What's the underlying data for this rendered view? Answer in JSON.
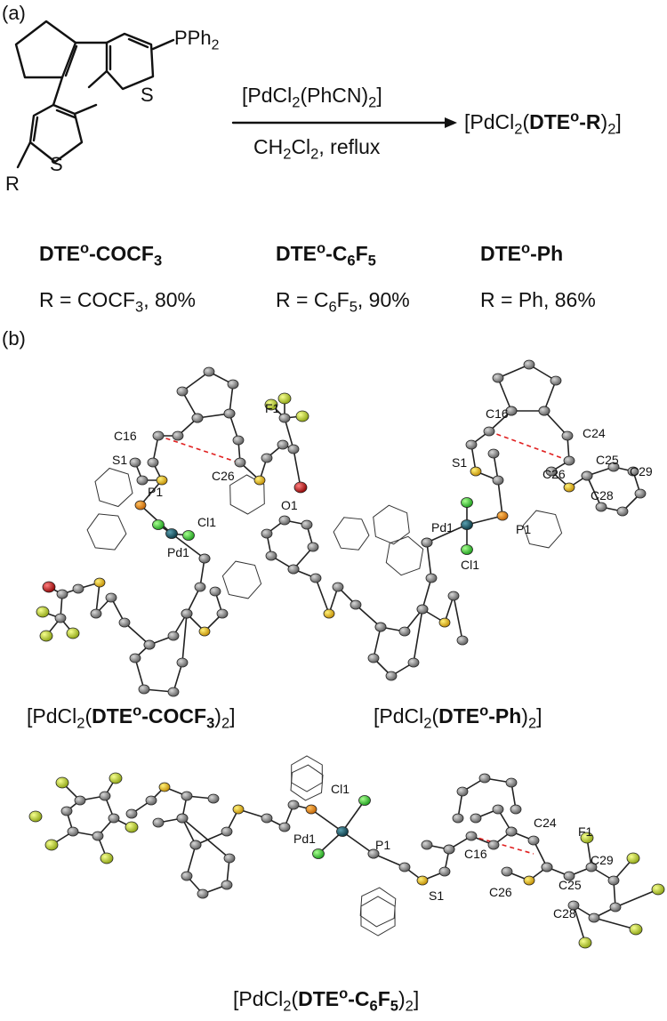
{
  "panel_a": {
    "label": "(a)",
    "scheme": {
      "substituent_pph2": "PPh",
      "substituent_pph2_sub": "2",
      "sulfur_top": "S",
      "sulfur_bottom": "S",
      "r_group": "R",
      "reagent_prefix": "[PdCl",
      "reagent_sub1": "2",
      "reagent_mid": "(PhCN)",
      "reagent_sub2": "2",
      "reagent_suffix": "]",
      "condition_prefix": "CH",
      "condition_sub1": "2",
      "condition_mid": "Cl",
      "condition_sub2": "2",
      "condition_suffix": ", reflux",
      "product_prefix": "[PdCl",
      "product_sub1": "2",
      "product_open": "(",
      "product_bold": "DTE",
      "product_sup": "o",
      "product_bold2": "-R",
      "product_close": ")",
      "product_sub2": "2",
      "product_end": "]"
    },
    "ligands": [
      {
        "name": "DTE",
        "sup": "o",
        "suffix": "-COCF",
        "suffix_sub": "3",
        "suffix_end": "",
        "yield_prefix": "R = COCF",
        "yield_sub": "3",
        "yield_suffix": ", 80%"
      },
      {
        "name": "DTE",
        "sup": "o",
        "suffix": "-C",
        "suffix_sub": "6",
        "suffix_end": "F",
        "suffix_sub2": "5",
        "yield_prefix": "R = C",
        "yield_sub": "6",
        "yield_mid": "F",
        "yield_sub2": "5",
        "yield_suffix": ", 90%"
      },
      {
        "name": "DTE",
        "sup": "o",
        "suffix": "-Ph",
        "suffix_sub": "",
        "suffix_end": "",
        "yield_prefix": "R = Ph, 86%",
        "yield_sub": "",
        "yield_suffix": ""
      }
    ]
  },
  "panel_b": {
    "label": "(b)",
    "structures": [
      {
        "atoms": [
          "C16",
          "S1",
          "P1",
          "C26",
          "Cl1",
          "Pd1",
          "F1",
          "O1"
        ],
        "caption_prefix": "[PdCl",
        "caption_sub1": "2",
        "caption_open": "(",
        "caption_bold": "DTE",
        "caption_sup": "o",
        "caption_bold2": "-COCF",
        "caption_bold_sub": "3",
        "caption_close": ")",
        "caption_sub2": "2",
        "caption_end": "]"
      },
      {
        "atoms": [
          "C16",
          "C24",
          "S1",
          "C25",
          "C29",
          "C26",
          "C28",
          "Pd1",
          "P1",
          "Cl1"
        ],
        "caption_prefix": "[PdCl",
        "caption_sub1": "2",
        "caption_open": "(",
        "caption_bold": "DTE",
        "caption_sup": "o",
        "caption_bold2": "-Ph",
        "caption_bold_sub": "",
        "caption_close": ")",
        "caption_sub2": "2",
        "caption_end": "]"
      },
      {
        "atoms": [
          "Cl1",
          "Pd1",
          "P1",
          "C24",
          "F1",
          "C16",
          "C29",
          "C25",
          "C26",
          "C28",
          "S1"
        ],
        "caption_prefix": "[PdCl",
        "caption_sub1": "2",
        "caption_open": "(",
        "caption_bold": "DTE",
        "caption_sup": "o",
        "caption_bold2": "-C",
        "caption_bold_sub": "6",
        "caption_bold3": "F",
        "caption_bold_sub2": "5",
        "caption_close": ")",
        "caption_sub2": "2",
        "caption_end": "]"
      }
    ]
  },
  "colors": {
    "carbon": "#8a8a8a",
    "sulfur": "#e0b020",
    "phosphorus": "#e08a10",
    "palladium": "#1a5a6a",
    "chlorine": "#3ad13a",
    "fluorine": "#c8e028",
    "oxygen": "#cc1111",
    "contact_line": "#e02020",
    "bond": "#222222"
  }
}
